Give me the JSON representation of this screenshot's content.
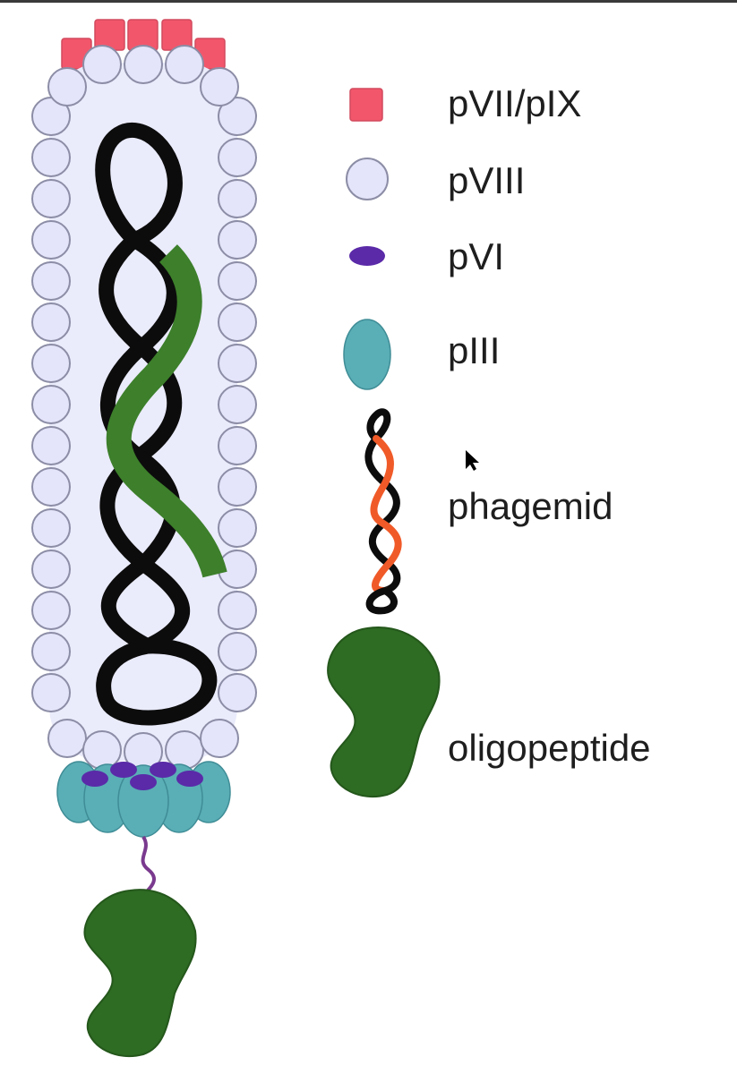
{
  "legend": {
    "items": [
      {
        "key": "pVII_pIX",
        "label": "pVII/pIX",
        "icon": "red-square-icon",
        "color": "#f2566b"
      },
      {
        "key": "pVIII",
        "label": "pVIII",
        "icon": "lavender-circle-icon",
        "color": "#e4e5fa"
      },
      {
        "key": "pVI",
        "label": "pVI",
        "icon": "purple-oval-icon",
        "color": "#5a2aa8"
      },
      {
        "key": "pIII",
        "label": "pIII",
        "icon": "teal-oval-icon",
        "color": "#5aaeb6"
      },
      {
        "key": "phagemid",
        "label": "phagemid",
        "icon": "twisted-strand-icon",
        "color": "#111111",
        "accent": "#f05a28"
      },
      {
        "key": "oligopeptide",
        "label": "oligopeptide",
        "icon": "green-blob-icon",
        "color": "#2e6b23"
      }
    ]
  },
  "colors": {
    "capsid_fill": "#eaebfb",
    "coat_outline": "#8c8da6",
    "insert_strand": "#3d7f2b",
    "linker": "#7a3a8e",
    "cursor": "#000000"
  }
}
